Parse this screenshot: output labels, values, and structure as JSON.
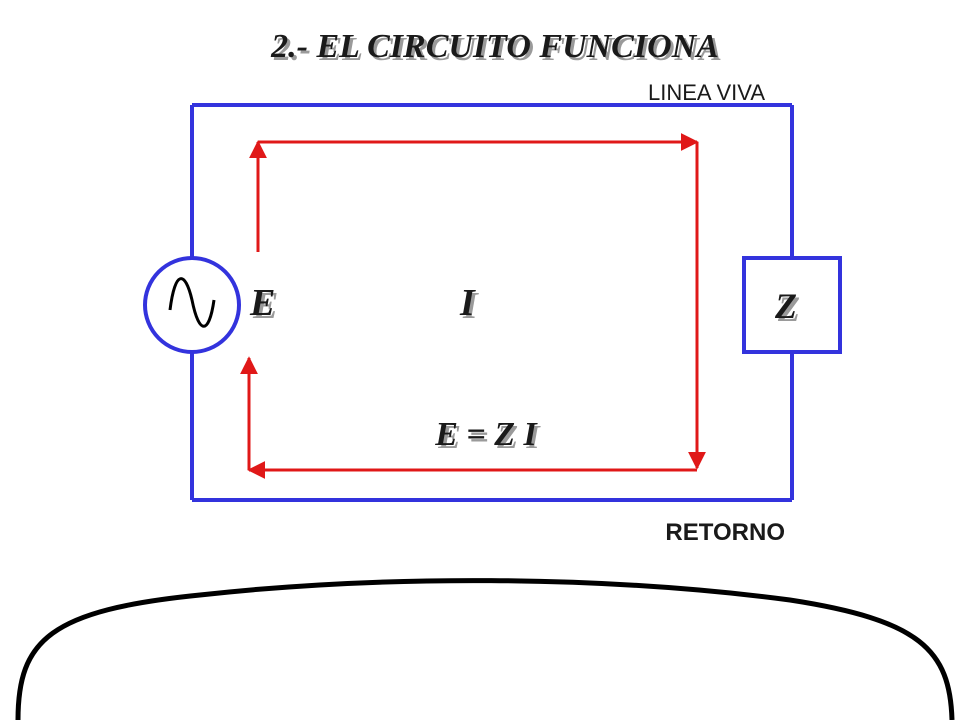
{
  "title": "2.- EL CIRCUITO FUNCIONA",
  "labels": {
    "live_line": "LINEA VIVA",
    "return_line": "RETORNO"
  },
  "symbols": {
    "source": "E",
    "current": "I",
    "impedance": "Z"
  },
  "equation": "E = Z I",
  "icons": {
    "source": "ac-source-icon",
    "current_arrow": "arrowhead-icon"
  },
  "colors": {
    "wire": "#3333dd",
    "current": "#e01818",
    "text": "#1a1a1a",
    "ground": "#000000"
  }
}
